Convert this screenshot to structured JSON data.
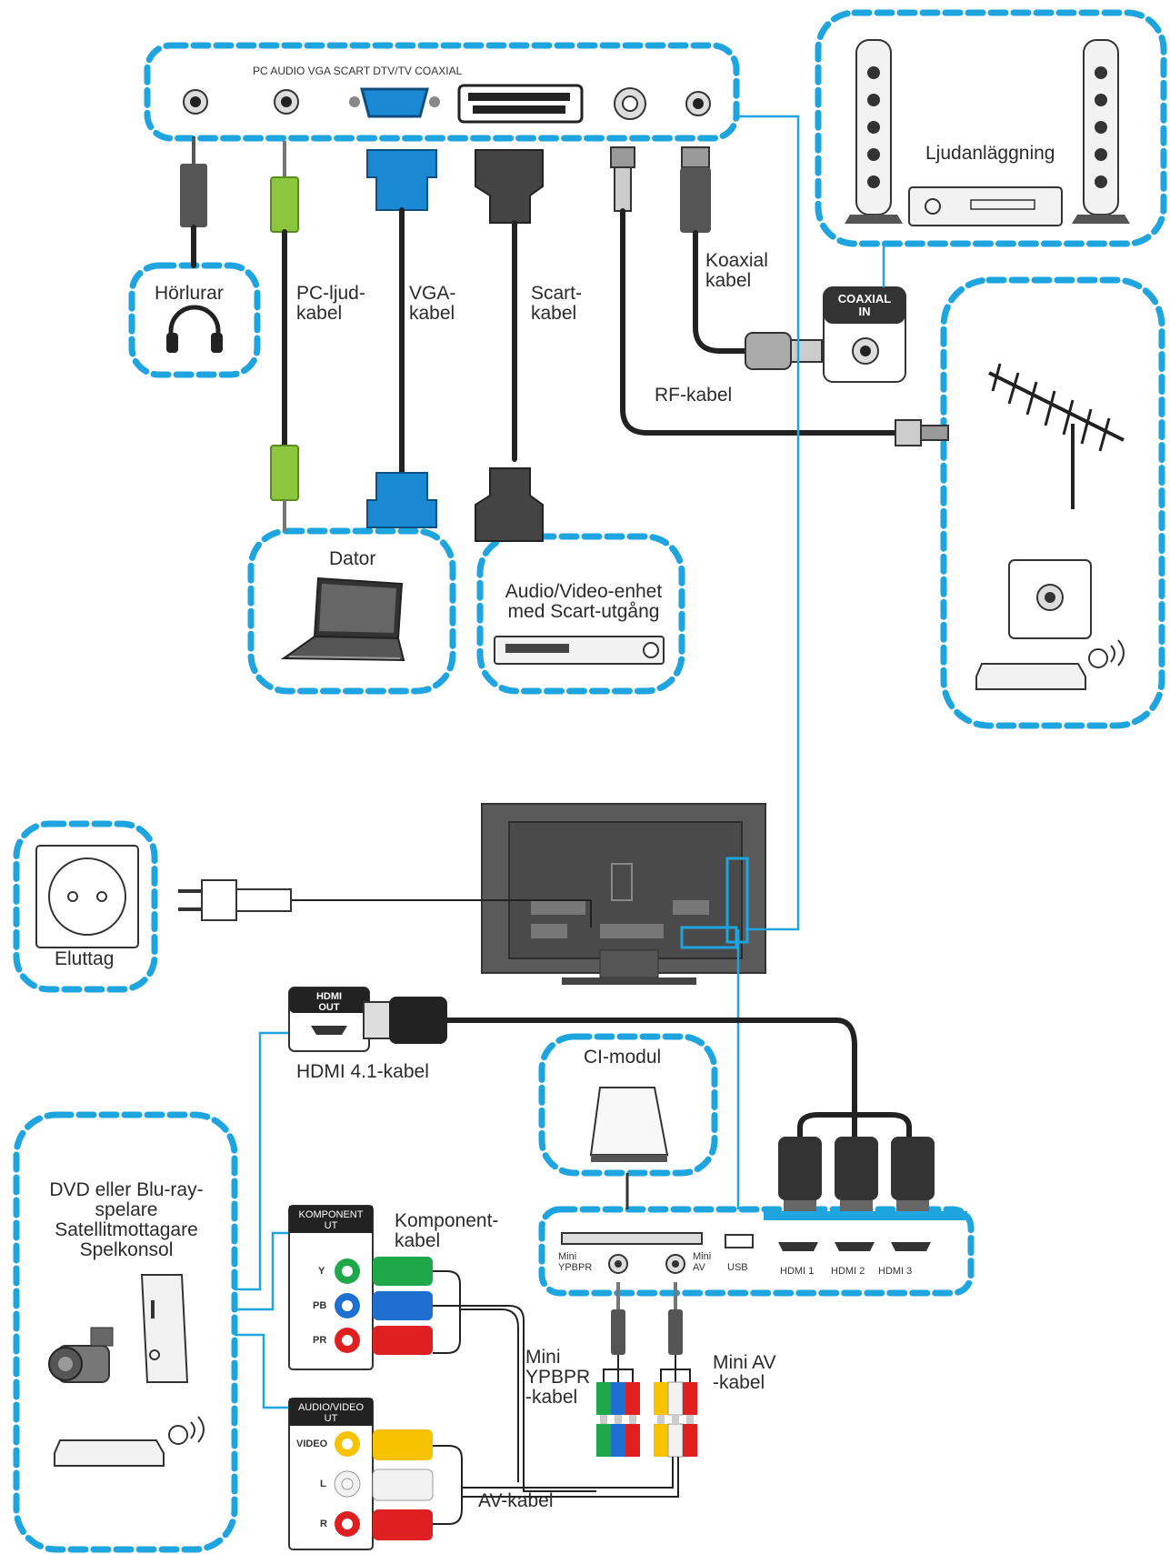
{
  "colors": {
    "dash_blue": "#1ea5df",
    "cable_dark": "#222222",
    "plug_gray": "#555555",
    "pc_audio_green": "#8cc63f",
    "vga_blue": "#1a8ad4",
    "component_green": "#1fa84a",
    "component_blue": "#1f6fd0",
    "component_red": "#e02020",
    "av_yellow": "#f7c200",
    "av_white": "#f2f2f2",
    "av_red": "#e02020"
  },
  "top_panel": {
    "header": "PC AUDIO VGA SCART DTV/TV COAXIAL"
  },
  "devices": {
    "headphones": "Hörlurar",
    "computer": "Dator",
    "scart_device": "Audio/Video-enhet\nmed Scart-utgång",
    "sound_system": "Ljudanläggning",
    "outlet": "Eluttag",
    "ci_module": "CI-modul",
    "sources": "DVD eller Blu-ray-\nspelare\nSatellitmottagare\nSpelkonsol"
  },
  "cables": {
    "pc_audio": "PC-ljud-\nkabel",
    "vga": "VGA-\nkabel",
    "scart": "Scart-\nkabel",
    "coaxial": "Koaxial\nkabel",
    "rf": "RF-kabel",
    "hdmi": "HDMI 4.1-kabel",
    "component": "Komponent-\nkabel",
    "mini_ypbpr": "Mini\nYPBPR\n-kabel",
    "mini_av": "Mini AV\n-kabel",
    "av": "AV-kabel"
  },
  "ports": {
    "coaxial_in": "COAXIAL\nIN",
    "hdmi_out": "HDMI\nOUT",
    "komponent_ut": "KOMPONENT\nUT",
    "audio_video_ut": "AUDIO/VIDEO\nUT",
    "y": "Y",
    "pb": "PB",
    "pr": "PR",
    "video": "VIDEO",
    "l": "L",
    "r": "R",
    "mini_ypbpr": "Mini\nYPBPR",
    "mini_av": "Mini\nAV",
    "usb": "USB",
    "hdmi1": "HDMI 1",
    "hdmi2": "HDMI 2",
    "hdmi3": "HDMI 3"
  }
}
